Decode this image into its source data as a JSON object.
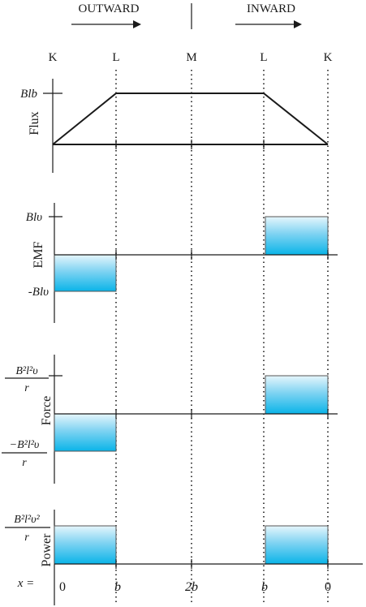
{
  "header": {
    "outward": "OUTWARD",
    "inward": "INWARD"
  },
  "positions": [
    "K",
    "L",
    "M",
    "L",
    "K"
  ],
  "panels": {
    "flux": {
      "ylabel": "Flux",
      "max_label": "Blb"
    },
    "emf": {
      "ylabel": "EMF",
      "pos_label": "Blυ",
      "neg_label": "-Blυ"
    },
    "force": {
      "ylabel": "Force",
      "pos_num": "B²l²υ",
      "pos_den": "r",
      "neg_num": "−B²l²υ",
      "neg_den": "r"
    },
    "power": {
      "ylabel": "Power",
      "num": "B²l²υ²",
      "den": "r"
    }
  },
  "x_axis": {
    "prefix": "x =",
    "values": [
      "0",
      "b",
      "2b",
      "b",
      "0"
    ]
  },
  "colors": {
    "bar_top": "#e6f6fc",
    "bar_bottom": "#0ab4e8",
    "line": "#1a1a1a"
  }
}
